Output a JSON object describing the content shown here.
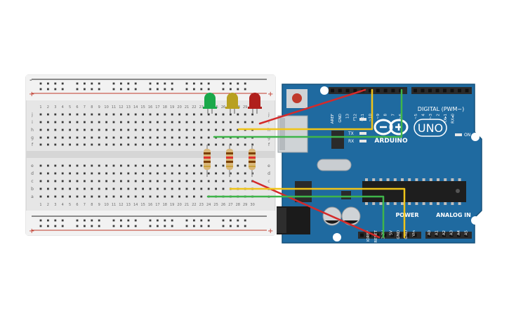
{
  "breadboard": {
    "top_rail_plus": "+",
    "top_rail_minus": "-",
    "bottom_rail_plus": "+",
    "bottom_rail_minus": "-",
    "column_count": 30,
    "row_letters_top": [
      "j",
      "i",
      "h",
      "g",
      "f"
    ],
    "row_letters_bottom": [
      "e",
      "d",
      "c",
      "b",
      "a"
    ]
  },
  "leds": [
    {
      "name": "green-led",
      "color": "#1aa84a"
    },
    {
      "name": "yellow-led",
      "color": "#b8a020"
    },
    {
      "name": "red-led",
      "color": "#b0201c"
    }
  ],
  "arduino": {
    "brand": "ARDUINO",
    "model": "UNO",
    "digital_label": "DIGITAL (PWM~)",
    "power_label": "POWER",
    "analog_label": "ANALOG IN",
    "on_label": "ON",
    "l_label": "L",
    "tx_label": "TX",
    "rx_label": "RX",
    "digital_pins": [
      "AREF",
      "GND",
      "13",
      "12",
      "~11",
      "~10",
      "~9",
      "8",
      "7",
      "~6",
      "~5",
      "4",
      "~3",
      "2",
      "TX▸1",
      "RX◂0"
    ],
    "power_pins": [
      "IOREF",
      "RESET",
      "3.3V",
      "5V",
      "GND",
      "GND",
      "Vin"
    ],
    "analog_pins": [
      "A0",
      "A1",
      "A2",
      "A3",
      "A4",
      "A5"
    ]
  },
  "colors": {
    "board_blue": "#1f6aa0",
    "wire_red": "#d42a2a",
    "wire_yellow": "#f0c419",
    "wire_green": "#3fb54a",
    "breadboard": "#e8e8e8"
  }
}
